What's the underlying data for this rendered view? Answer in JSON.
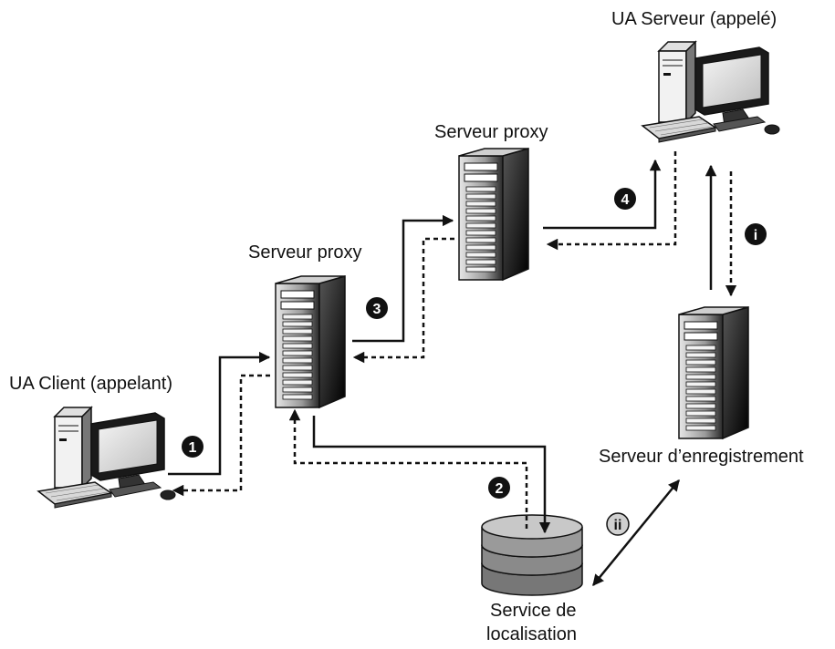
{
  "labels": {
    "client": "UA Client (appelant)",
    "proxy1": "Serveur proxy",
    "proxy2": "Serveur proxy",
    "callee": "UA Serveur (appelé)",
    "registrar": "Serveur d’enregistrement",
    "location_line1": "Service de",
    "location_line2": "localisation"
  },
  "steps": {
    "s1": "1",
    "s2": "2",
    "s3": "3",
    "s4": "4",
    "si": "i",
    "sii": "ii"
  },
  "colors": {
    "ink": "#111111",
    "badge_dark": "#111111",
    "badge_light": "#d0d0d0"
  }
}
